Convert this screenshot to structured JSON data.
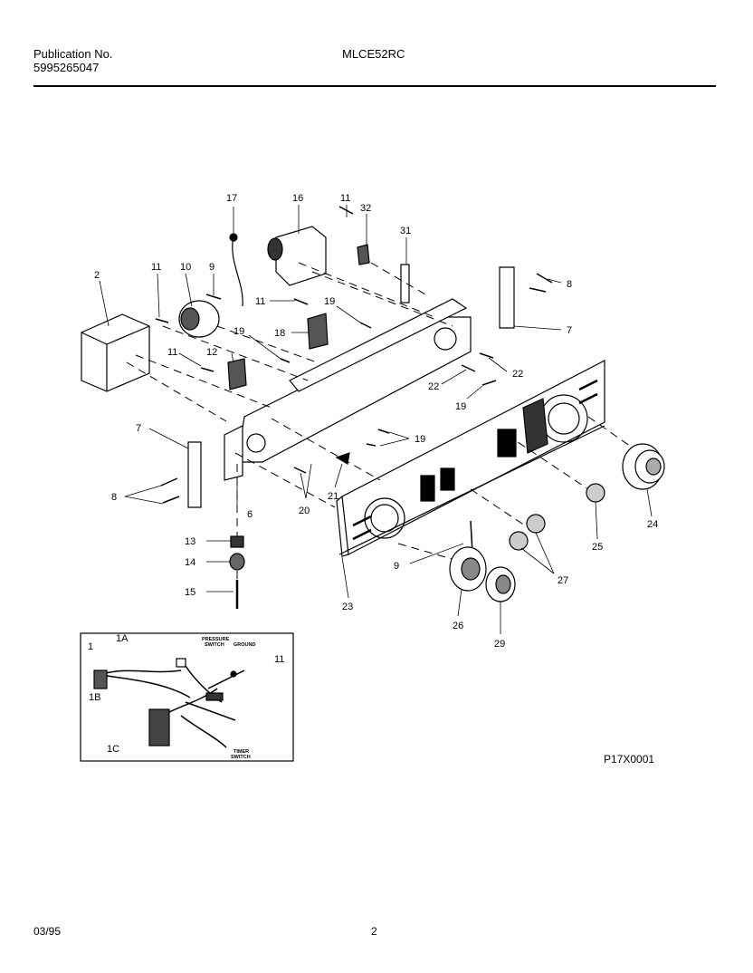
{
  "header": {
    "publication_label": "Publication No.",
    "publication_number": "5995265047",
    "model": "MLCE52RC"
  },
  "diagram": {
    "figure_code": "P17X0001",
    "callouts": [
      "17",
      "16",
      "11",
      "32",
      "31",
      "2",
      "11",
      "10",
      "9",
      "8",
      "11",
      "19",
      "18",
      "7",
      "19",
      "11",
      "12",
      "22",
      "22",
      "19",
      "7",
      "19",
      "8",
      "20",
      "21",
      "6",
      "24",
      "25",
      "13",
      "14",
      "9",
      "27",
      "15",
      "23",
      "26",
      "29"
    ],
    "inset_callouts": [
      "1A",
      "1",
      "11",
      "1B",
      "1C"
    ],
    "inset_text": [
      "PRESSURE",
      "SWITCH",
      "GROUND",
      "TIMER",
      "SWITCH"
    ]
  },
  "footer": {
    "date": "03/95",
    "page": "2"
  }
}
